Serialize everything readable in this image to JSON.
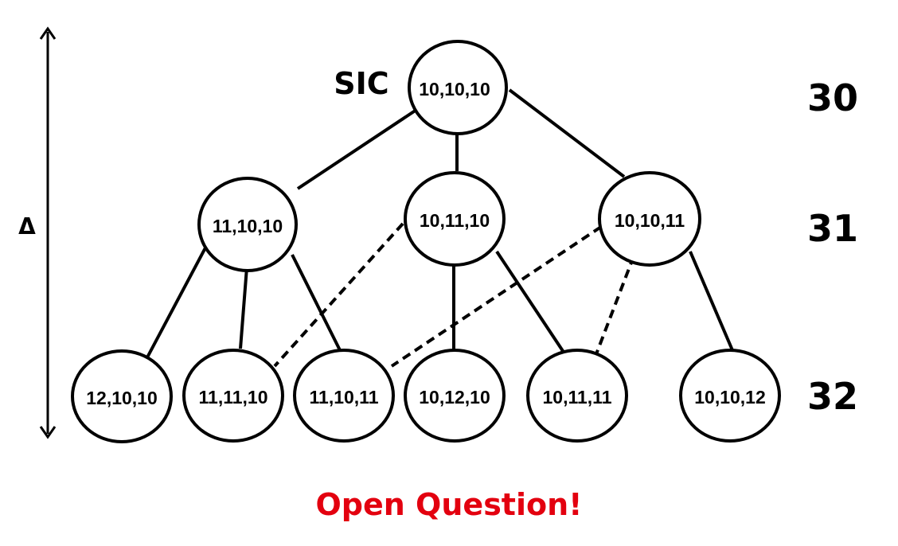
{
  "labels": {
    "sic": "SIC",
    "delta": "Δ",
    "caption": "Open Question!"
  },
  "levels": {
    "l30": "30",
    "l31": "31",
    "l32": "32"
  },
  "nodes": {
    "root": "10,10,10",
    "a": "11,10,10",
    "b": "10,11,10",
    "c": "10,10,11",
    "d1": "12,10,10",
    "d2": "11,11,10",
    "d3": "11,10,11",
    "d4": "10,12,10",
    "d5": "10,11,11",
    "d6": "10,10,12"
  },
  "edges": {
    "solid": [
      [
        "root",
        "a"
      ],
      [
        "root",
        "b"
      ],
      [
        "root",
        "c"
      ],
      [
        "a",
        "d1"
      ],
      [
        "a",
        "d2"
      ],
      [
        "a",
        "d3"
      ],
      [
        "b",
        "d4"
      ],
      [
        "b",
        "d5"
      ],
      [
        "c",
        "d6"
      ]
    ],
    "dashed": [
      [
        "b",
        "d2"
      ],
      [
        "c",
        "d3"
      ],
      [
        "c",
        "d5"
      ]
    ]
  }
}
